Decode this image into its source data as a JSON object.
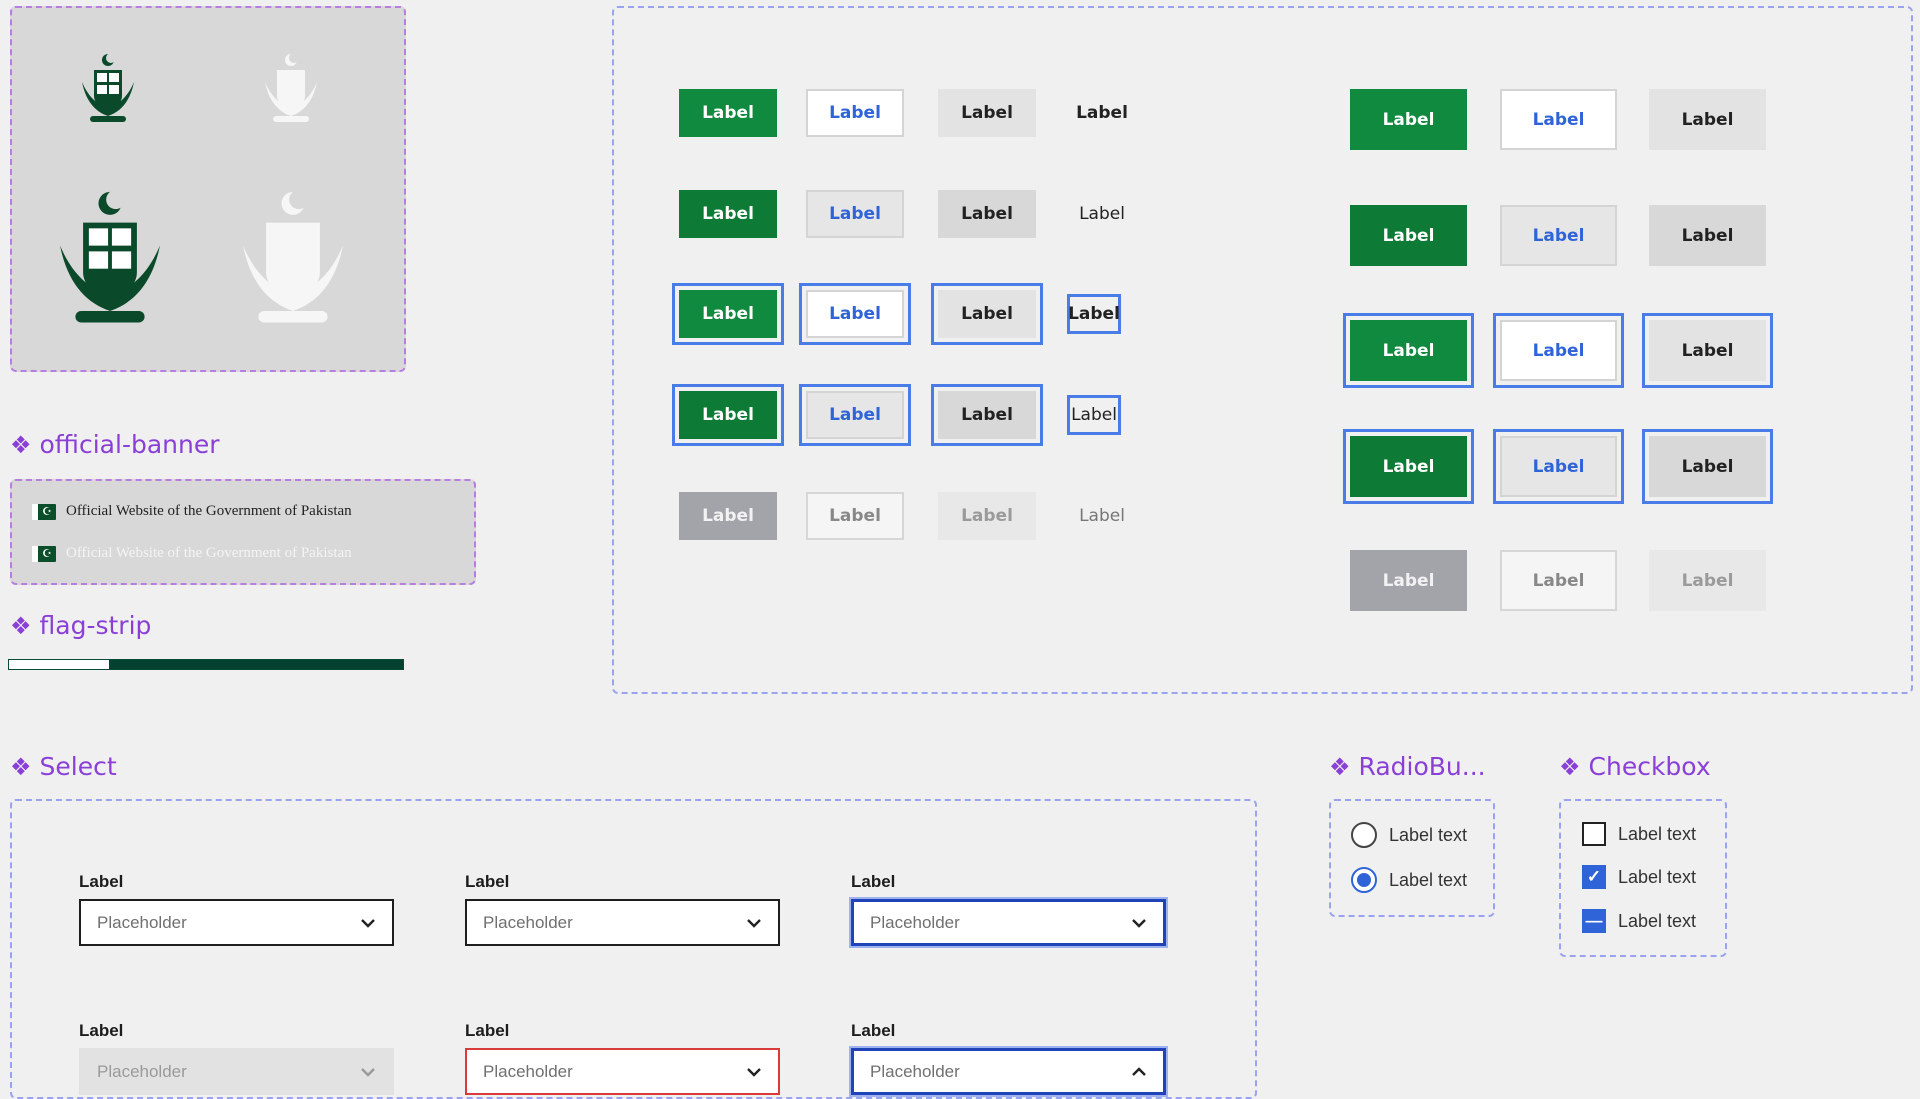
{
  "sections": {
    "official_banner": "official-banner",
    "flag_strip": "flag-strip",
    "select": "Select",
    "radio": "RadioBu...",
    "checkbox": "Checkbox"
  },
  "banner": {
    "text_dark": "Official Website of the Government of Pakistan",
    "text_light": "Official Website of the Government of Pakistan"
  },
  "flag_strip": {
    "white_fraction": 0.25,
    "colors": {
      "white": "#ffffff",
      "green": "#04422f"
    }
  },
  "buttons": {
    "label": "Label",
    "colors": {
      "primary": "#108a3e",
      "secondary_text": "#2f63d8",
      "focus": "#4a7ce8",
      "disabled": "#a2a4aa"
    }
  },
  "select": {
    "label": "Label",
    "placeholder": "Placeholder",
    "colors": {
      "focus": "#1f44b8",
      "error": "#d93a3a"
    }
  },
  "radio": {
    "options": [
      "Label text",
      "Label text"
    ],
    "selected_index": 1
  },
  "checkbox": {
    "options": [
      "Label text",
      "Label text",
      "Label text"
    ],
    "states": [
      "unchecked",
      "checked",
      "indeterminate"
    ]
  },
  "icons": {
    "section": "component-diamond-icon",
    "chevron": "chevron-down-icon",
    "emblem": "state-emblem-icon",
    "flag": "pakistan-flag-icon"
  }
}
